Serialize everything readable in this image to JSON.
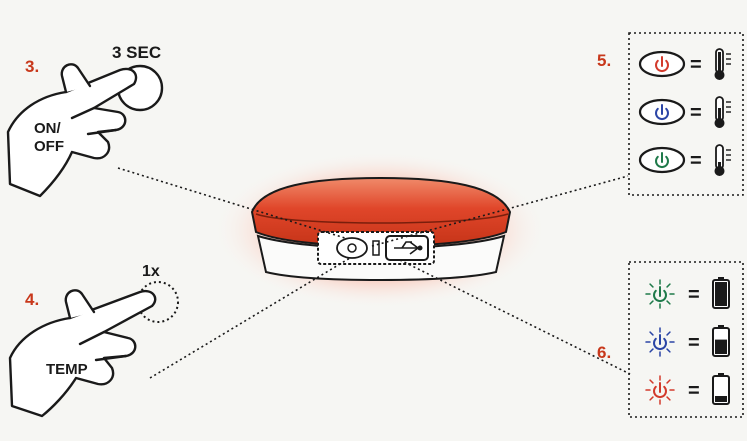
{
  "steps": [
    {
      "number": "3.",
      "hold": "3 SEC",
      "button_line1": "ON/",
      "button_line2": "OFF"
    },
    {
      "number": "4.",
      "press": "1x",
      "button": "TEMP"
    },
    {
      "number": "5."
    },
    {
      "number": "6."
    }
  ],
  "equals": "=",
  "temperature_legend": [
    {
      "color": "#d33a2c",
      "icon": "power-icon",
      "level": "thermometer-high-icon"
    },
    {
      "color": "#2b45a6",
      "icon": "power-icon",
      "level": "thermometer-medium-icon"
    },
    {
      "color": "#1f7a4a",
      "icon": "power-icon",
      "level": "thermometer-low-icon"
    }
  ],
  "battery_legend": [
    {
      "color": "#1f7a4a",
      "icon": "blinking-power-icon",
      "level_fraction": 1.0
    },
    {
      "color": "#2b45a6",
      "icon": "blinking-power-icon",
      "level_fraction": 0.6
    },
    {
      "color": "#d33a2c",
      "icon": "blinking-power-icon",
      "level_fraction": 0.25
    }
  ],
  "device": {
    "glow_color": "#e0462a",
    "port_icons": [
      "power-button-icon",
      "light-indicator-icon",
      "usb-icon"
    ]
  }
}
